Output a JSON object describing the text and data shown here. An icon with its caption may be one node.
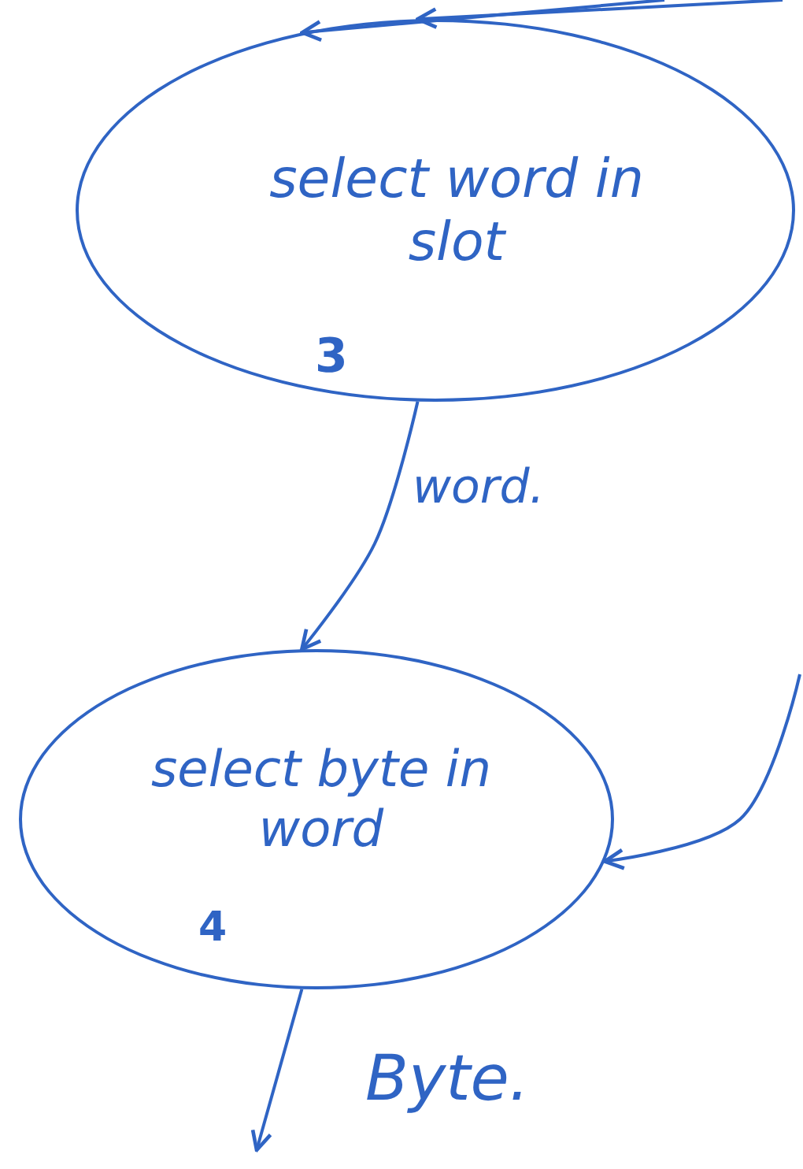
{
  "diagram": {
    "nodes": [
      {
        "text": [
          "select word in slot",
          "3"
        ]
      },
      {
        "text": [
          "select byte in word",
          "4"
        ]
      }
    ],
    "edges": [
      {
        "from": null,
        "to": 0,
        "arrow": "to"
      },
      {
        "from": null,
        "to": 0,
        "arrow": "to"
      },
      {
        "from": 0,
        "to": 1,
        "arrow": "to",
        "label": "word."
      },
      {
        "from": null,
        "to": 1,
        "arrow": "to"
      },
      {
        "from": 1,
        "to": null,
        "arrow": "to",
        "label": "Byte."
      }
    ]
  }
}
